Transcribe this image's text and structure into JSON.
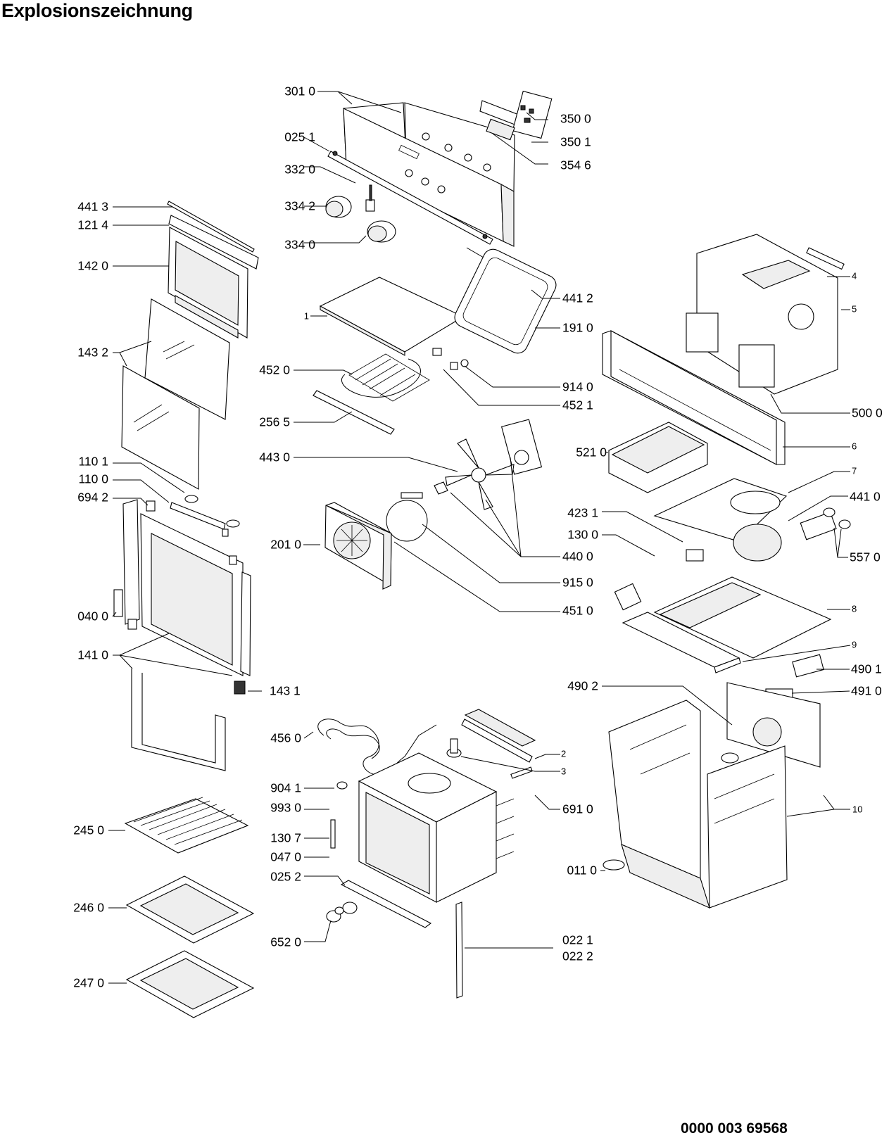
{
  "title": "Explosionszeichnung",
  "document_number": "0000 003 69568",
  "labels": [
    {
      "id": "p3010",
      "text": "301 0"
    },
    {
      "id": "p0251",
      "text": "025 1"
    },
    {
      "id": "p3320",
      "text": "332 0"
    },
    {
      "id": "p3342",
      "text": "334 2"
    },
    {
      "id": "p3340",
      "text": "334 0"
    },
    {
      "id": "p3500",
      "text": "350 0"
    },
    {
      "id": "p3501",
      "text": "350 1"
    },
    {
      "id": "p3546",
      "text": "354 6"
    },
    {
      "id": "p4413",
      "text": "441 3"
    },
    {
      "id": "p1214",
      "text": "121 4"
    },
    {
      "id": "p1420",
      "text": "142 0"
    },
    {
      "id": "p1432",
      "text": "143 2"
    },
    {
      "id": "p1101",
      "text": "110 1"
    },
    {
      "id": "p1100",
      "text": "110 0"
    },
    {
      "id": "p6942",
      "text": "694 2"
    },
    {
      "id": "p0400",
      "text": "040 0"
    },
    {
      "id": "p1410",
      "text": "141 0"
    },
    {
      "id": "p1431",
      "text": "143 1"
    },
    {
      "id": "p2450",
      "text": "245 0"
    },
    {
      "id": "p2460",
      "text": "246 0"
    },
    {
      "id": "p2470",
      "text": "247 0"
    },
    {
      "id": "p1",
      "text": "1"
    },
    {
      "id": "p4412",
      "text": "441 2"
    },
    {
      "id": "p1910",
      "text": "191 0"
    },
    {
      "id": "p4520",
      "text": "452 0"
    },
    {
      "id": "p9140",
      "text": "914 0"
    },
    {
      "id": "p4521",
      "text": "452 1"
    },
    {
      "id": "p2565",
      "text": "256 5"
    },
    {
      "id": "p4430",
      "text": "443 0"
    },
    {
      "id": "p2010",
      "text": "201 0"
    },
    {
      "id": "p4400",
      "text": "440 0"
    },
    {
      "id": "p9150",
      "text": "915 0"
    },
    {
      "id": "p4510",
      "text": "451 0"
    },
    {
      "id": "p4",
      "text": "4"
    },
    {
      "id": "p5",
      "text": "5"
    },
    {
      "id": "p5000",
      "text": "500 0"
    },
    {
      "id": "p6",
      "text": "6"
    },
    {
      "id": "p5210",
      "text": "521 0"
    },
    {
      "id": "p7",
      "text": "7"
    },
    {
      "id": "p4410",
      "text": "441 0"
    },
    {
      "id": "p4231",
      "text": "423 1"
    },
    {
      "id": "p1300",
      "text": "130 0"
    },
    {
      "id": "p5570",
      "text": "557 0"
    },
    {
      "id": "p8",
      "text": "8"
    },
    {
      "id": "p9",
      "text": "9"
    },
    {
      "id": "p4901",
      "text": "490 1"
    },
    {
      "id": "p4902",
      "text": "490 2"
    },
    {
      "id": "p4910",
      "text": "491 0"
    },
    {
      "id": "p4560",
      "text": "456 0"
    },
    {
      "id": "p2",
      "text": "2"
    },
    {
      "id": "p3",
      "text": "3"
    },
    {
      "id": "p9041",
      "text": "904 1"
    },
    {
      "id": "p9930",
      "text": "993 0"
    },
    {
      "id": "p1307",
      "text": "130 7"
    },
    {
      "id": "p0470",
      "text": "047 0"
    },
    {
      "id": "p0252",
      "text": "025 2"
    },
    {
      "id": "p6910",
      "text": "691 0"
    },
    {
      "id": "p10",
      "text": "10"
    },
    {
      "id": "p0110",
      "text": "011 0"
    },
    {
      "id": "p6520",
      "text": "652 0"
    },
    {
      "id": "p0221",
      "text": "022 1"
    },
    {
      "id": "p0222",
      "text": "022 2"
    }
  ]
}
